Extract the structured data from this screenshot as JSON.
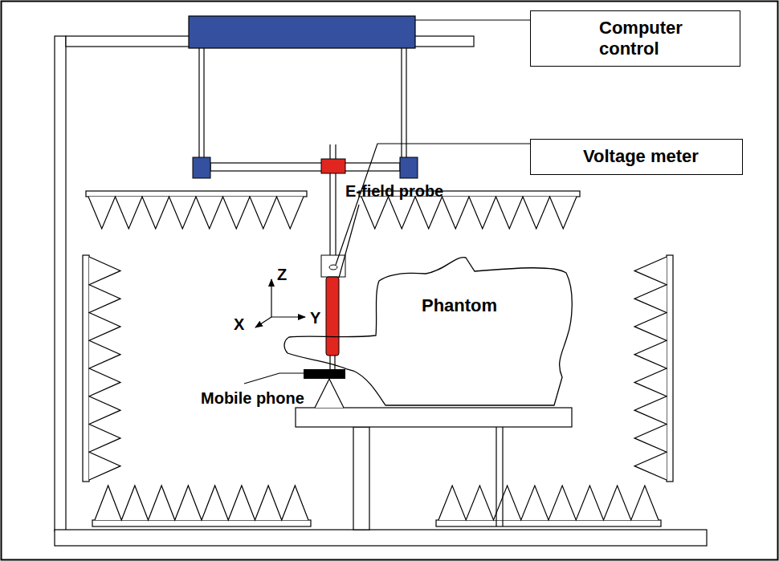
{
  "diagram": {
    "nodes": [
      {
        "text": [
          "Computer control"
        ]
      },
      {
        "text": [
          "Voltage meter"
        ]
      },
      {
        "text": [
          "Phantom"
        ]
      }
    ],
    "labels": [
      "E-field probe",
      "Z",
      "X",
      "Y",
      "Mobile phone"
    ]
  }
}
